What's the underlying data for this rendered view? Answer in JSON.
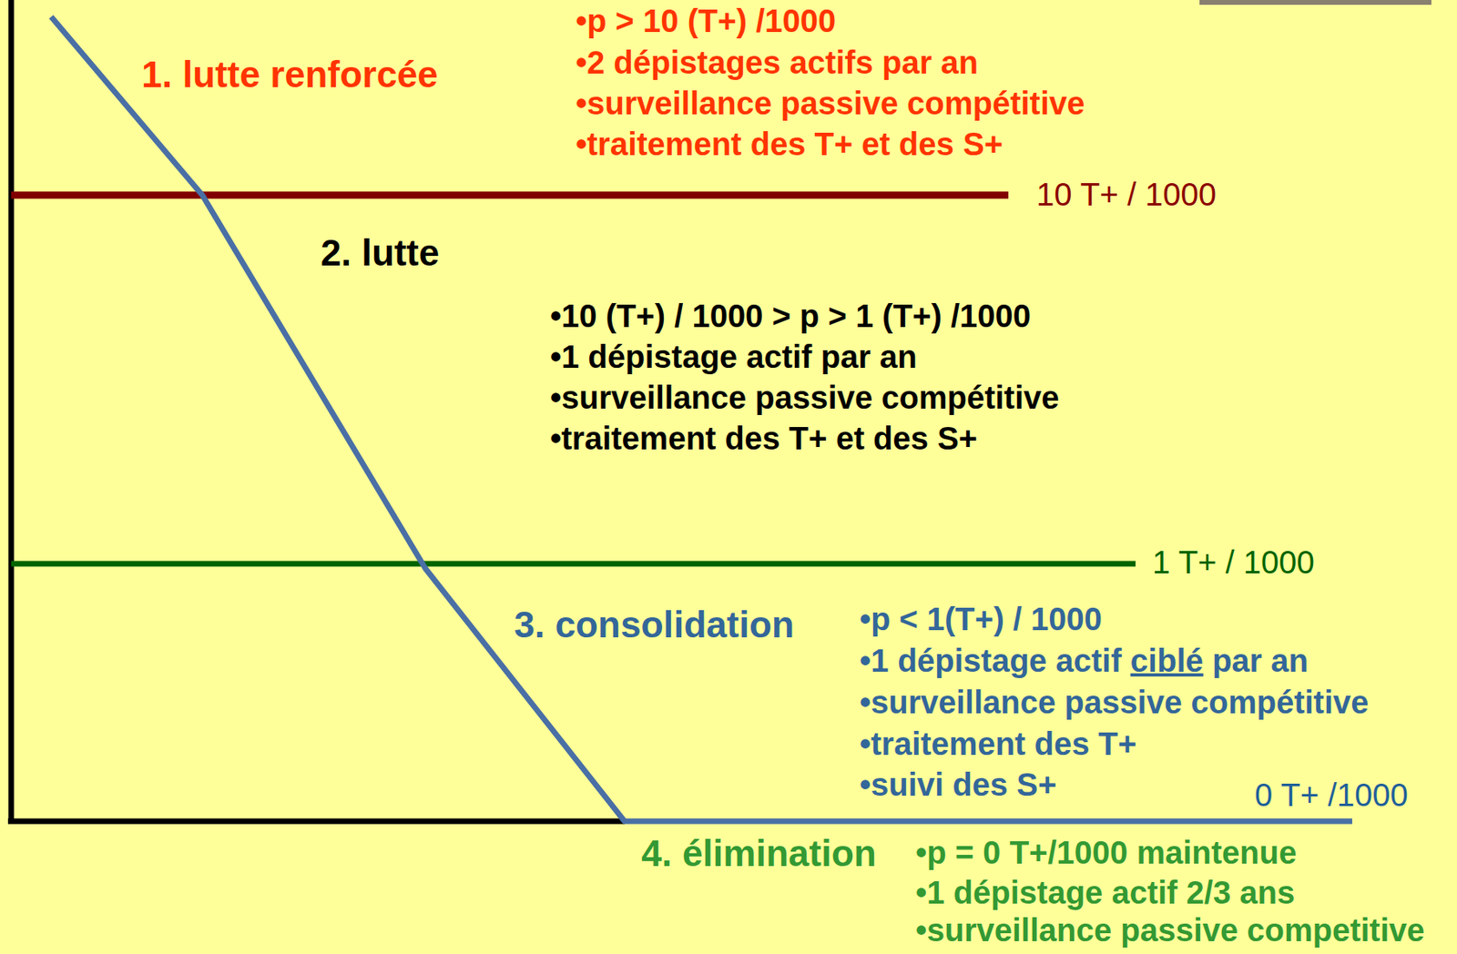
{
  "diagram": {
    "labels": [
      "1. lutte renforcée",
      "•p > 10 (T+) /1000",
      "•2 dépistages actifs par an",
      "•surveillance passive compétitive",
      "•traitement des T+ et des S+",
      "10 T+ / 1000",
      "2. lutte",
      "•10 (T+) / 1000 > p > 1 (T+) /1000",
      "•1 dépistage actif par an",
      "•surveillance passive compétitive",
      "•traitement des T+ et des S+",
      "1 T+ / 1000",
      "3. consolidation",
      "•p < 1(T+) / 1000",
      "•1 dépistage actif ciblé par an",
      "•surveillance passive compétitive",
      "•traitement des T+",
      "•suivi des S+",
      "0 T+ /1000",
      "4. élimination",
      "•p = 0 T+/1000 maintenue",
      "•1 dépistage actif 2/3 ans",
      "•surveillance passive competitive"
    ]
  }
}
